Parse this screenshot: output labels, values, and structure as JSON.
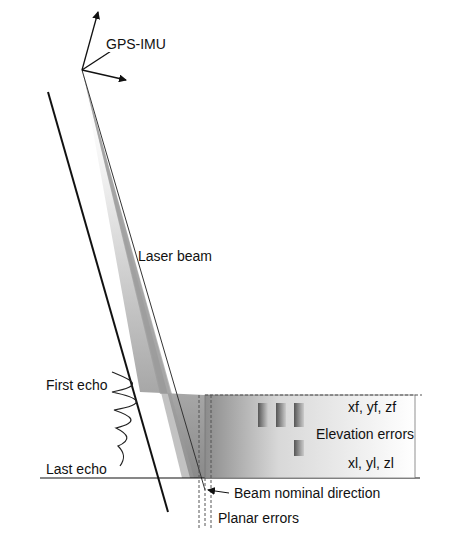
{
  "diagram": {
    "labels": [
      "GPS-IMU",
      "Laser beam",
      "First echo",
      "xf, yf, zf",
      "Elevation errors",
      "xl, yl, zl",
      "Last echo",
      "Beam nominal direction",
      "Planar errors"
    ]
  }
}
